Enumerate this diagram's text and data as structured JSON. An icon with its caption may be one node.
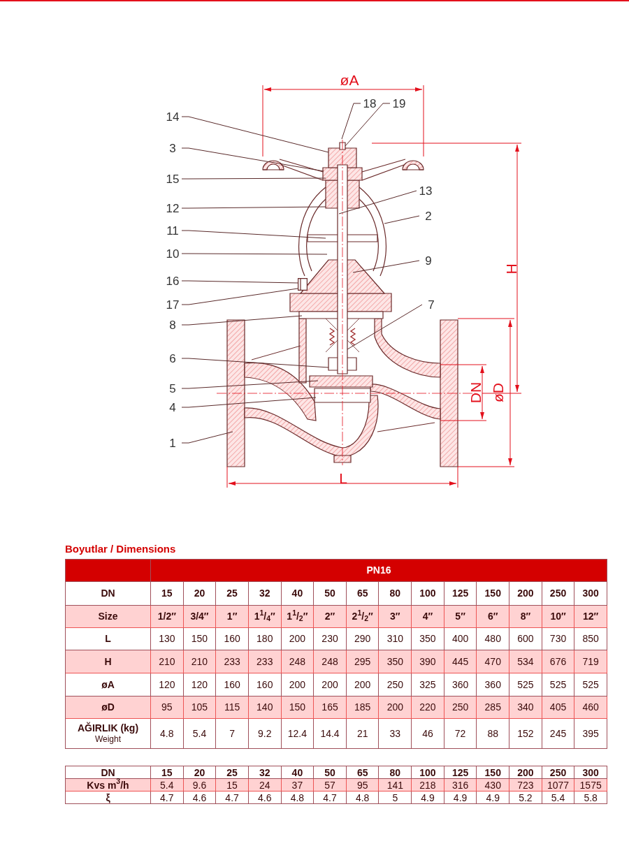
{
  "diagram": {
    "title": "Boyutlar / Dimensions",
    "nodes": [
      {
        "text": [
          "18"
        ]
      },
      {
        "text": [
          "19"
        ]
      },
      {
        "text": [
          "14"
        ]
      },
      {
        "text": [
          "3"
        ]
      },
      {
        "text": [
          "15"
        ]
      },
      {
        "text": [
          "13"
        ]
      },
      {
        "text": [
          "12"
        ]
      },
      {
        "text": [
          "2"
        ]
      },
      {
        "text": [
          "11"
        ]
      },
      {
        "text": [
          "10"
        ]
      },
      {
        "text": [
          "9"
        ]
      },
      {
        "text": [
          "16"
        ]
      },
      {
        "text": [
          "7"
        ]
      },
      {
        "text": [
          "17"
        ]
      },
      {
        "text": [
          "8"
        ]
      },
      {
        "text": [
          "6"
        ]
      },
      {
        "text": [
          "5"
        ]
      },
      {
        "text": [
          "4"
        ]
      },
      {
        "text": [
          "1"
        ]
      },
      {
        "text": [],
        "shape": "picture"
      }
    ],
    "edges": [
      {
        "from": 0,
        "to": null,
        "arrow": "none"
      },
      {
        "from": 1,
        "to": null,
        "arrow": "none"
      },
      {
        "from": 2,
        "to": null,
        "arrow": "none"
      },
      {
        "from": 3,
        "to": null,
        "arrow": "none"
      },
      {
        "from": 4,
        "to": null,
        "arrow": "none"
      },
      {
        "from": 5,
        "to": null,
        "arrow": "none"
      },
      {
        "from": 6,
        "to": null,
        "arrow": "none"
      },
      {
        "from": 7,
        "to": null,
        "arrow": "none"
      },
      {
        "from": 8,
        "to": null,
        "arrow": "none"
      },
      {
        "from": 9,
        "to": null,
        "arrow": "none"
      },
      {
        "from": 10,
        "to": null,
        "arrow": "none"
      },
      {
        "from": 11,
        "to": 19,
        "arrow": "none"
      },
      {
        "from": 12,
        "to": null,
        "arrow": "none"
      },
      {
        "from": 13,
        "to": 19,
        "arrow": "none"
      },
      {
        "from": 14,
        "to": null,
        "arrow": "none"
      },
      {
        "from": 15,
        "to": null,
        "arrow": "none"
      },
      {
        "from": 16,
        "to": null,
        "arrow": "none"
      },
      {
        "from": 17,
        "to": null,
        "arrow": "none"
      },
      {
        "from": 18,
        "to": null,
        "arrow": "none"
      }
    ],
    "labels": [
      "øA",
      "H",
      "DN",
      "øD",
      "L",
      "PN16",
      "DN",
      "15",
      "20",
      "25",
      "32",
      "40",
      "50",
      "65",
      "80",
      "100",
      "125",
      "150",
      "200",
      "250",
      "300",
      "Size",
      "1/2″",
      "3/4″",
      "1″",
      "1$^{1}$/$_{4}$″",
      "1$^{1}$/$_{2}$″",
      "2″",
      "2$^{1}$/$_{2}$″",
      "3″",
      "4″",
      "5″",
      "6″",
      "8″",
      "10″",
      "12″",
      "L",
      "130",
      "150",
      "160",
      "180",
      "200",
      "230",
      "290",
      "310",
      "350",
      "400",
      "480",
      "600",
      "730",
      "850",
      "H",
      "210",
      "210",
      "233",
      "233",
      "248",
      "248",
      "295",
      "350",
      "390",
      "445",
      "470",
      "534",
      "676",
      "719",
      "øA",
      "120",
      "120",
      "160",
      "160",
      "200",
      "200",
      "200",
      "250",
      "325",
      "360",
      "360",
      "525",
      "525",
      "525",
      "øD",
      "95",
      "105",
      "115",
      "140",
      "150",
      "165",
      "185",
      "200",
      "220",
      "250",
      "285",
      "340",
      "405",
      "460",
      "AĞIRLIK (kg)",
      "Weight",
      "4.8",
      "5.4",
      "7",
      "9.2",
      "12.4",
      "14.4",
      "21",
      "33",
      "46",
      "72",
      "88",
      "152",
      "245",
      "395",
      "DN",
      "15",
      "20",
      "25",
      "32",
      "40",
      "50",
      "65",
      "80",
      "100",
      "125",
      "150",
      "200",
      "250",
      "300",
      "Kvs m$^{3}$/h",
      "5.4",
      "9.6",
      "15",
      "24",
      "37",
      "57",
      "95",
      "141",
      "218",
      "316",
      "430",
      "723",
      "1077",
      "1575",
      "ξ",
      "4.7",
      "4.6",
      "4.7",
      "4.6",
      "4.8",
      "4.7",
      "4.8",
      "5",
      "4.9",
      "4.9",
      "4.9",
      "5.2",
      "5.4",
      "5.8"
    ]
  }
}
